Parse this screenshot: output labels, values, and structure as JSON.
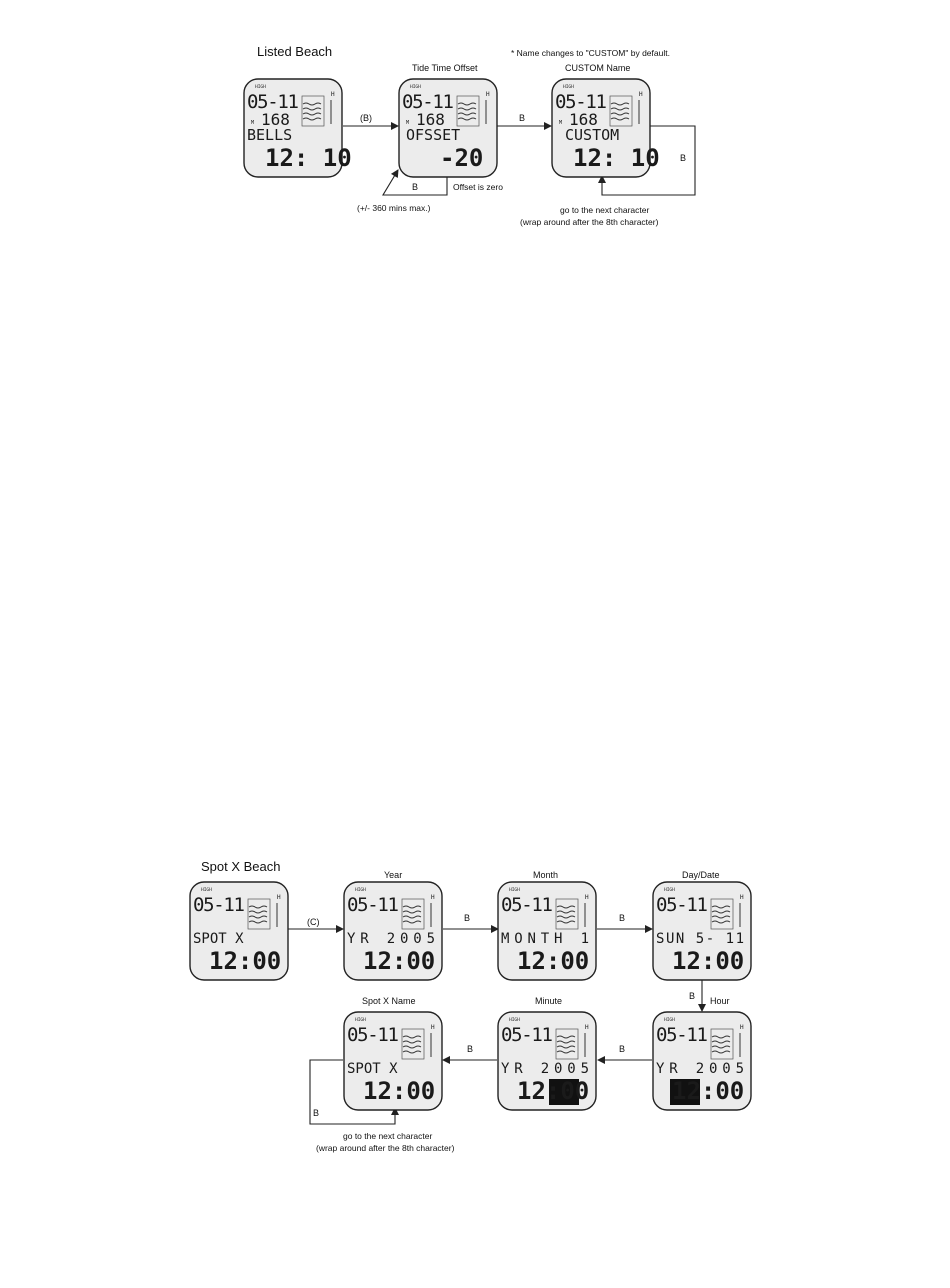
{
  "top": {
    "title": "Listed Beach",
    "note": "* Name changes to \"CUSTOM\" by default.",
    "labels": {
      "offset": "Tide Time Offset",
      "custom": "CUSTOM Name"
    },
    "arrow_labels": {
      "b_paren": "(B)",
      "b1": "B",
      "b2": "B",
      "b3": "B"
    },
    "offset_is_zero": "Offset is zero",
    "max_note": "(+/- 360 mins max.)",
    "next_char_1": "go to the next character",
    "next_char_2": "(wrap around after the 8th character)",
    "watches": [
      {
        "id": "listed",
        "date": "05-11",
        "sub": "168",
        "line3": "BELLS",
        "big": "12: 10"
      },
      {
        "id": "offset",
        "date": "05-11",
        "sub": "168",
        "line3": "OFSSET",
        "big": "-20"
      },
      {
        "id": "custom",
        "date": "05-11",
        "sub": "168",
        "line3": "CUSTOM",
        "big": "12: 10"
      }
    ]
  },
  "bottom": {
    "title": "Spot X Beach",
    "labels": {
      "year": "Year",
      "month": "Month",
      "daydate": "Day/Date",
      "hour": "Hour",
      "minute": "Minute",
      "spotname": "Spot X Name"
    },
    "arrow_labels": {
      "c_paren": "(C)",
      "b1": "B",
      "b2": "B",
      "b3": "B",
      "b4": "B",
      "b5": "B",
      "b6": "B"
    },
    "next_char_1": "go to the next character",
    "next_char_2": "(wrap around after the 8th character)",
    "watches": [
      {
        "id": "spot",
        "date": "05-11",
        "line3": "SPOT X",
        "big": "12:00"
      },
      {
        "id": "year",
        "date": "05-11",
        "line3": "YR  2005",
        "big": "12:00"
      },
      {
        "id": "month",
        "date": "05-11",
        "line3": "MONTH   1",
        "big": "12:00"
      },
      {
        "id": "daydate",
        "date": "05-11",
        "line3": "SUN 5- 11",
        "big": "12:00"
      },
      {
        "id": "hour",
        "date": "05-11",
        "line3": "YR  2005",
        "big": "12:00"
      },
      {
        "id": "minute",
        "date": "05-11",
        "line3": "YR  2005",
        "big": "12:00"
      },
      {
        "id": "spotname",
        "date": "05-11",
        "line3": "SPOT X",
        "big": "12:00"
      }
    ]
  },
  "watch_small": {
    "high": "HIGH",
    "m": "M",
    "h": "H"
  }
}
